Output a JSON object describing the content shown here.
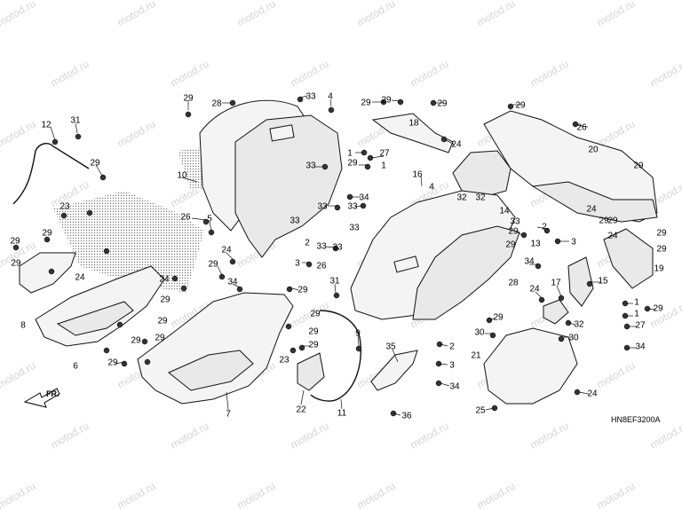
{
  "diagram": {
    "code": "HN8EF3200A",
    "front_label": "FR.",
    "watermark": "motod.ru",
    "callouts": [
      {
        "id": "c1",
        "text": "29"
      },
      {
        "id": "c2",
        "text": "28"
      },
      {
        "id": "c3",
        "text": "33"
      },
      {
        "id": "c4",
        "text": "4"
      },
      {
        "id": "c5",
        "text": "29"
      },
      {
        "id": "c6",
        "text": "29"
      },
      {
        "id": "c7",
        "text": "18"
      },
      {
        "id": "c8",
        "text": "29"
      },
      {
        "id": "c9",
        "text": "29"
      },
      {
        "id": "c10",
        "text": "26"
      },
      {
        "id": "c11",
        "text": "20"
      },
      {
        "id": "c12",
        "text": "10"
      },
      {
        "id": "c13",
        "text": "31"
      },
      {
        "id": "c14",
        "text": "12"
      },
      {
        "id": "c15",
        "text": "29"
      },
      {
        "id": "c16",
        "text": "1"
      },
      {
        "id": "c17",
        "text": "24"
      },
      {
        "id": "c18",
        "text": "27"
      },
      {
        "id": "c19",
        "text": "1"
      },
      {
        "id": "c20",
        "text": "16"
      },
      {
        "id": "c21",
        "text": "29"
      },
      {
        "id": "c22",
        "text": "33"
      },
      {
        "id": "c23",
        "text": "34"
      },
      {
        "id": "c24",
        "text": "4"
      },
      {
        "id": "c25",
        "text": "32"
      },
      {
        "id": "c26",
        "text": "29"
      },
      {
        "id": "c27",
        "text": "23"
      },
      {
        "id": "c28",
        "text": "33"
      },
      {
        "id": "c29",
        "text": "33"
      },
      {
        "id": "c30",
        "text": "33"
      },
      {
        "id": "c31",
        "text": "14"
      },
      {
        "id": "c32",
        "text": "32"
      },
      {
        "id": "c33",
        "text": "26"
      },
      {
        "id": "c34",
        "text": "5"
      },
      {
        "id": "c35",
        "text": "33"
      },
      {
        "id": "c36",
        "text": "33"
      },
      {
        "id": "c37",
        "text": "2"
      },
      {
        "id": "c38",
        "text": "29"
      },
      {
        "id": "c39",
        "text": "29"
      },
      {
        "id": "c40",
        "text": "24"
      },
      {
        "id": "c41",
        "text": "2"
      },
      {
        "id": "c42",
        "text": "3"
      },
      {
        "id": "c43",
        "text": "13"
      },
      {
        "id": "c44",
        "text": "33"
      },
      {
        "id": "c45",
        "text": "24"
      },
      {
        "id": "c46",
        "text": "29"
      },
      {
        "id": "c47",
        "text": "29"
      },
      {
        "id": "c48",
        "text": "29"
      },
      {
        "id": "c49",
        "text": "3"
      },
      {
        "id": "c50",
        "text": "33"
      },
      {
        "id": "c51",
        "text": "34"
      },
      {
        "id": "c52",
        "text": "26"
      },
      {
        "id": "c53",
        "text": "29"
      },
      {
        "id": "c54",
        "text": "24"
      },
      {
        "id": "c55",
        "text": "29"
      },
      {
        "id": "c56",
        "text": "24"
      },
      {
        "id": "c57",
        "text": "34"
      },
      {
        "id": "c58",
        "text": "19"
      },
      {
        "id": "c59",
        "text": "29"
      },
      {
        "id": "c60",
        "text": "29"
      },
      {
        "id": "c61",
        "text": "29"
      },
      {
        "id": "c62",
        "text": "31"
      },
      {
        "id": "c63",
        "text": "28"
      },
      {
        "id": "c64",
        "text": "15"
      },
      {
        "id": "c65",
        "text": "8"
      },
      {
        "id": "c66",
        "text": "24"
      },
      {
        "id": "c67",
        "text": "29"
      },
      {
        "id": "c68",
        "text": "29"
      },
      {
        "id": "c69",
        "text": "29"
      },
      {
        "id": "c70",
        "text": "24"
      },
      {
        "id": "c71",
        "text": "17"
      },
      {
        "id": "c72",
        "text": "1"
      },
      {
        "id": "c73",
        "text": "1"
      },
      {
        "id": "c74",
        "text": "29"
      },
      {
        "id": "c75",
        "text": "9"
      },
      {
        "id": "c76",
        "text": "29"
      },
      {
        "id": "c77",
        "text": "32"
      },
      {
        "id": "c78",
        "text": "29"
      },
      {
        "id": "c79",
        "text": "29"
      },
      {
        "id": "c80",
        "text": "30"
      },
      {
        "id": "c81",
        "text": "30"
      },
      {
        "id": "c82",
        "text": "27"
      },
      {
        "id": "c83",
        "text": "34"
      },
      {
        "id": "c84",
        "text": "29"
      },
      {
        "id": "c85",
        "text": "6"
      },
      {
        "id": "c86",
        "text": "29"
      },
      {
        "id": "c87",
        "text": "29"
      },
      {
        "id": "c88",
        "text": "35"
      },
      {
        "id": "c89",
        "text": "2"
      },
      {
        "id": "c90",
        "text": "21"
      },
      {
        "id": "c91",
        "text": "29"
      },
      {
        "id": "c92",
        "text": "3"
      },
      {
        "id": "c93",
        "text": "23"
      },
      {
        "id": "c94",
        "text": "34"
      },
      {
        "id": "c95",
        "text": "7"
      },
      {
        "id": "c96",
        "text": "22"
      },
      {
        "id": "c97",
        "text": "11"
      },
      {
        "id": "c98",
        "text": "36"
      },
      {
        "id": "c99",
        "text": "24"
      },
      {
        "id": "c100",
        "text": "25"
      }
    ]
  }
}
